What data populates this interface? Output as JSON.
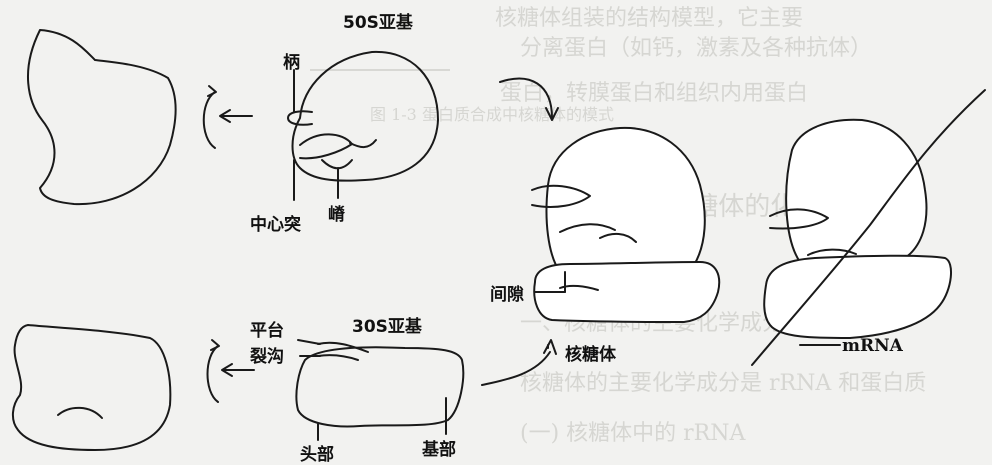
{
  "labels": {
    "subunit_50s": "50S亚基",
    "subunit_30s": "30S亚基",
    "stalk": "柄",
    "central_protuberance": "中心突",
    "ridge": "嵴",
    "platform": "平台",
    "cleft": "裂沟",
    "head": "头部",
    "base": "基部",
    "gap": "间隙",
    "ribosome": "核糖体",
    "mrna": "mRNA"
  },
  "colors": {
    "ink": "#1a1a1a",
    "background": "#f2f2f0",
    "bleed_through": "#d6d6d2"
  }
}
